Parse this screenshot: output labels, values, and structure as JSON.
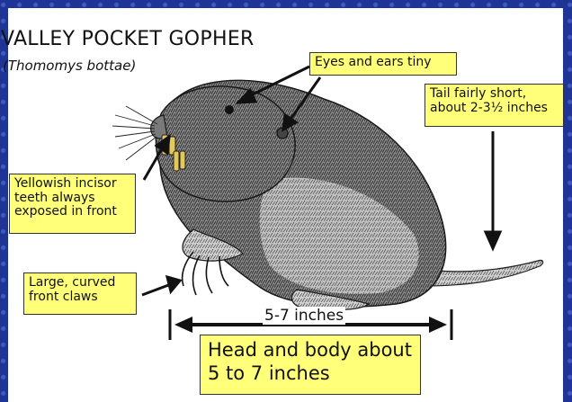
{
  "title": "VALLEY POCKET GOPHER",
  "subtitle": "(Thomomys bottae)",
  "callouts": {
    "eyes": "Eyes and ears tiny",
    "tail": [
      "Tail fairly short,",
      "about 2-3½ inches"
    ],
    "teeth": [
      "Yellowish incisor",
      "teeth always",
      "exposed in front"
    ],
    "claws": [
      "Large, curved",
      "front claws"
    ],
    "head_body": [
      "Head and body about",
      "5 to 7 inches"
    ]
  },
  "measurement": "5-7 inches",
  "colors": {
    "frame": "#1f3595",
    "callout_fill": "#ffff7a",
    "ink": "#111111"
  }
}
